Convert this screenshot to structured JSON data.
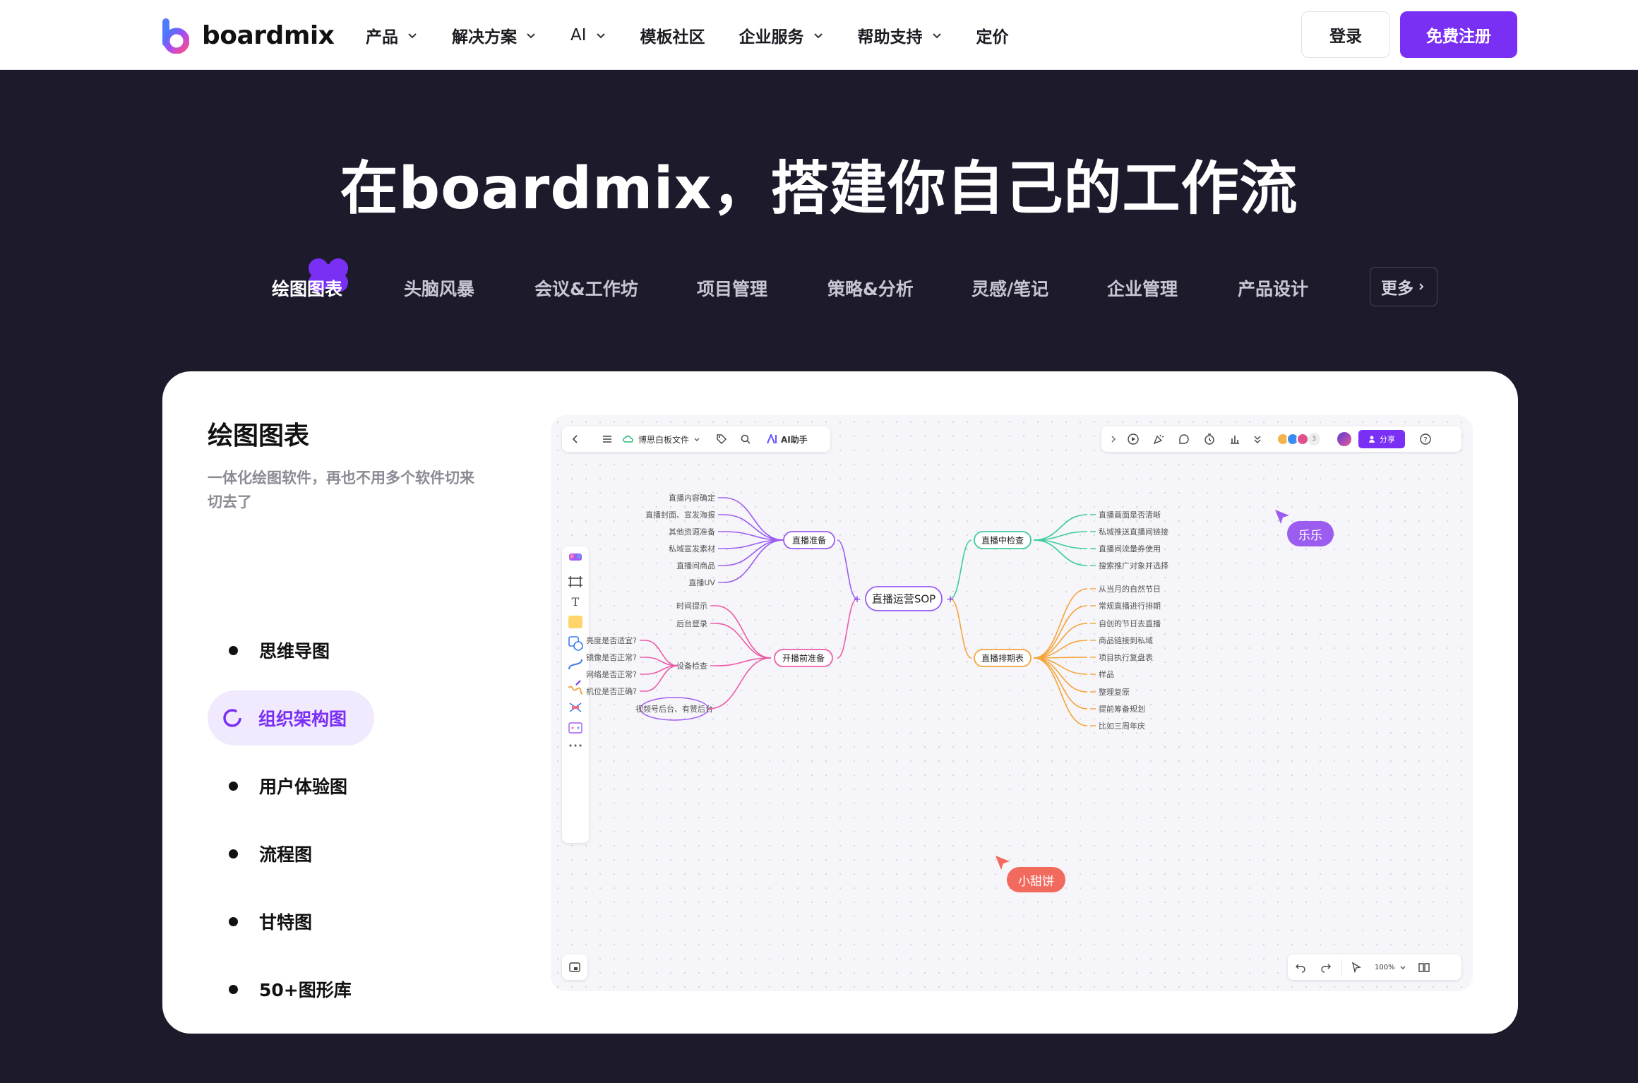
{
  "header": {
    "logo_text": "boardmix",
    "nav": [
      {
        "label": "产品",
        "has_dropdown": true
      },
      {
        "label": "解决方案",
        "has_dropdown": true
      },
      {
        "label": "AI",
        "has_dropdown": true
      },
      {
        "label": "模板社区",
        "has_dropdown": false
      },
      {
        "label": "企业服务",
        "has_dropdown": true
      },
      {
        "label": "帮助支持",
        "has_dropdown": true
      },
      {
        "label": "定价",
        "has_dropdown": false
      }
    ],
    "login_label": "登录",
    "signup_label": "免费注册"
  },
  "hero": {
    "title": "在boardmix，搭建你自己的工作流",
    "tabs": [
      "绘图图表",
      "头脑风暴",
      "会议&工作坊",
      "项目管理",
      "策略&分析",
      "灵感/笔记",
      "企业管理",
      "产品设计"
    ],
    "active_tab": 0,
    "more_label": "更多"
  },
  "card": {
    "title": "绘图图表",
    "desc": "一体化绘图软件，再也不用多个软件切来切去了",
    "features": [
      "思维导图",
      "组织架构图",
      "用户体验图",
      "流程图",
      "甘特图",
      "50+图形库"
    ],
    "active_feature": 1
  },
  "canvas": {
    "file_name": "博思白板文件",
    "ai_label": "AI助手",
    "share_label": "分享",
    "collab_count": "3",
    "zoom": "100%",
    "cursor_1": "乐乐",
    "cursor_2": "小甜饼",
    "mindmap": {
      "center": "直播运营SOP",
      "prep": {
        "label": "直播准备",
        "items": [
          "直播内容确定",
          "直播封面、宣发海报",
          "其他资源准备",
          "私域宣发素材",
          "直播间商品",
          "直播UV"
        ]
      },
      "pre": {
        "label": "开播前准备",
        "items": [
          "时间提示",
          "后台登录",
          "设备检查",
          "视频号后台、有赞后台"
        ]
      },
      "device_items": [
        "亮度是否适宜?",
        "镜像是否正常?",
        "网络是否正常?",
        "机位是否正确?"
      ],
      "check": {
        "label": "直播中检查",
        "items": [
          "直播画面是否清晰",
          "私域推送直播间链接",
          "直播间流量券使用",
          "搜索推广对象并选择"
        ]
      },
      "schedule": {
        "label": "直播排期表",
        "items": [
          "从当月的自然节日",
          "常规直播进行排期",
          "自创的节日去直播",
          "商品链接到私域",
          "项目执行复盘表",
          "样品",
          "整理复原",
          "提前筹备规划",
          "比如三周年庆"
        ]
      }
    }
  },
  "colors": {
    "brand": "#7a2ff5",
    "bg": "#1d1a2c",
    "purple_branch": "#9b5cf0",
    "pink_branch": "#ec5ba8",
    "green_branch": "#3dcc9a",
    "orange_branch": "#f5a43a"
  }
}
